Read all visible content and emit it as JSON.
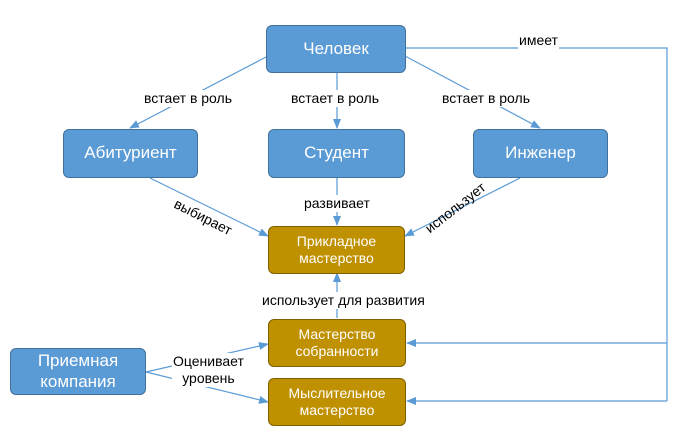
{
  "nodes": {
    "person": "Человек",
    "applicant": "Абитуриент",
    "student": "Студент",
    "engineer": "Инженер",
    "applied": "Прикладное\nмастерство",
    "composure": "Мастерство\nсобранности",
    "thinking": "Мыслительное\nмастерство",
    "admissions": "Приемная\nкомпания"
  },
  "edges": {
    "has": "имеет",
    "role_left": "встает в роль",
    "role_mid": "встает в роль",
    "role_right": "встает в роль",
    "chooses": "выбирает",
    "develops": "развивает",
    "uses": "использует",
    "uses_for_dev": "использует для развития",
    "evaluates": "Оценивает\nуровень"
  },
  "colors": {
    "blue_fill": "#5b9bd5",
    "gold_fill": "#bf9000",
    "connector": "#5b9bd5"
  }
}
